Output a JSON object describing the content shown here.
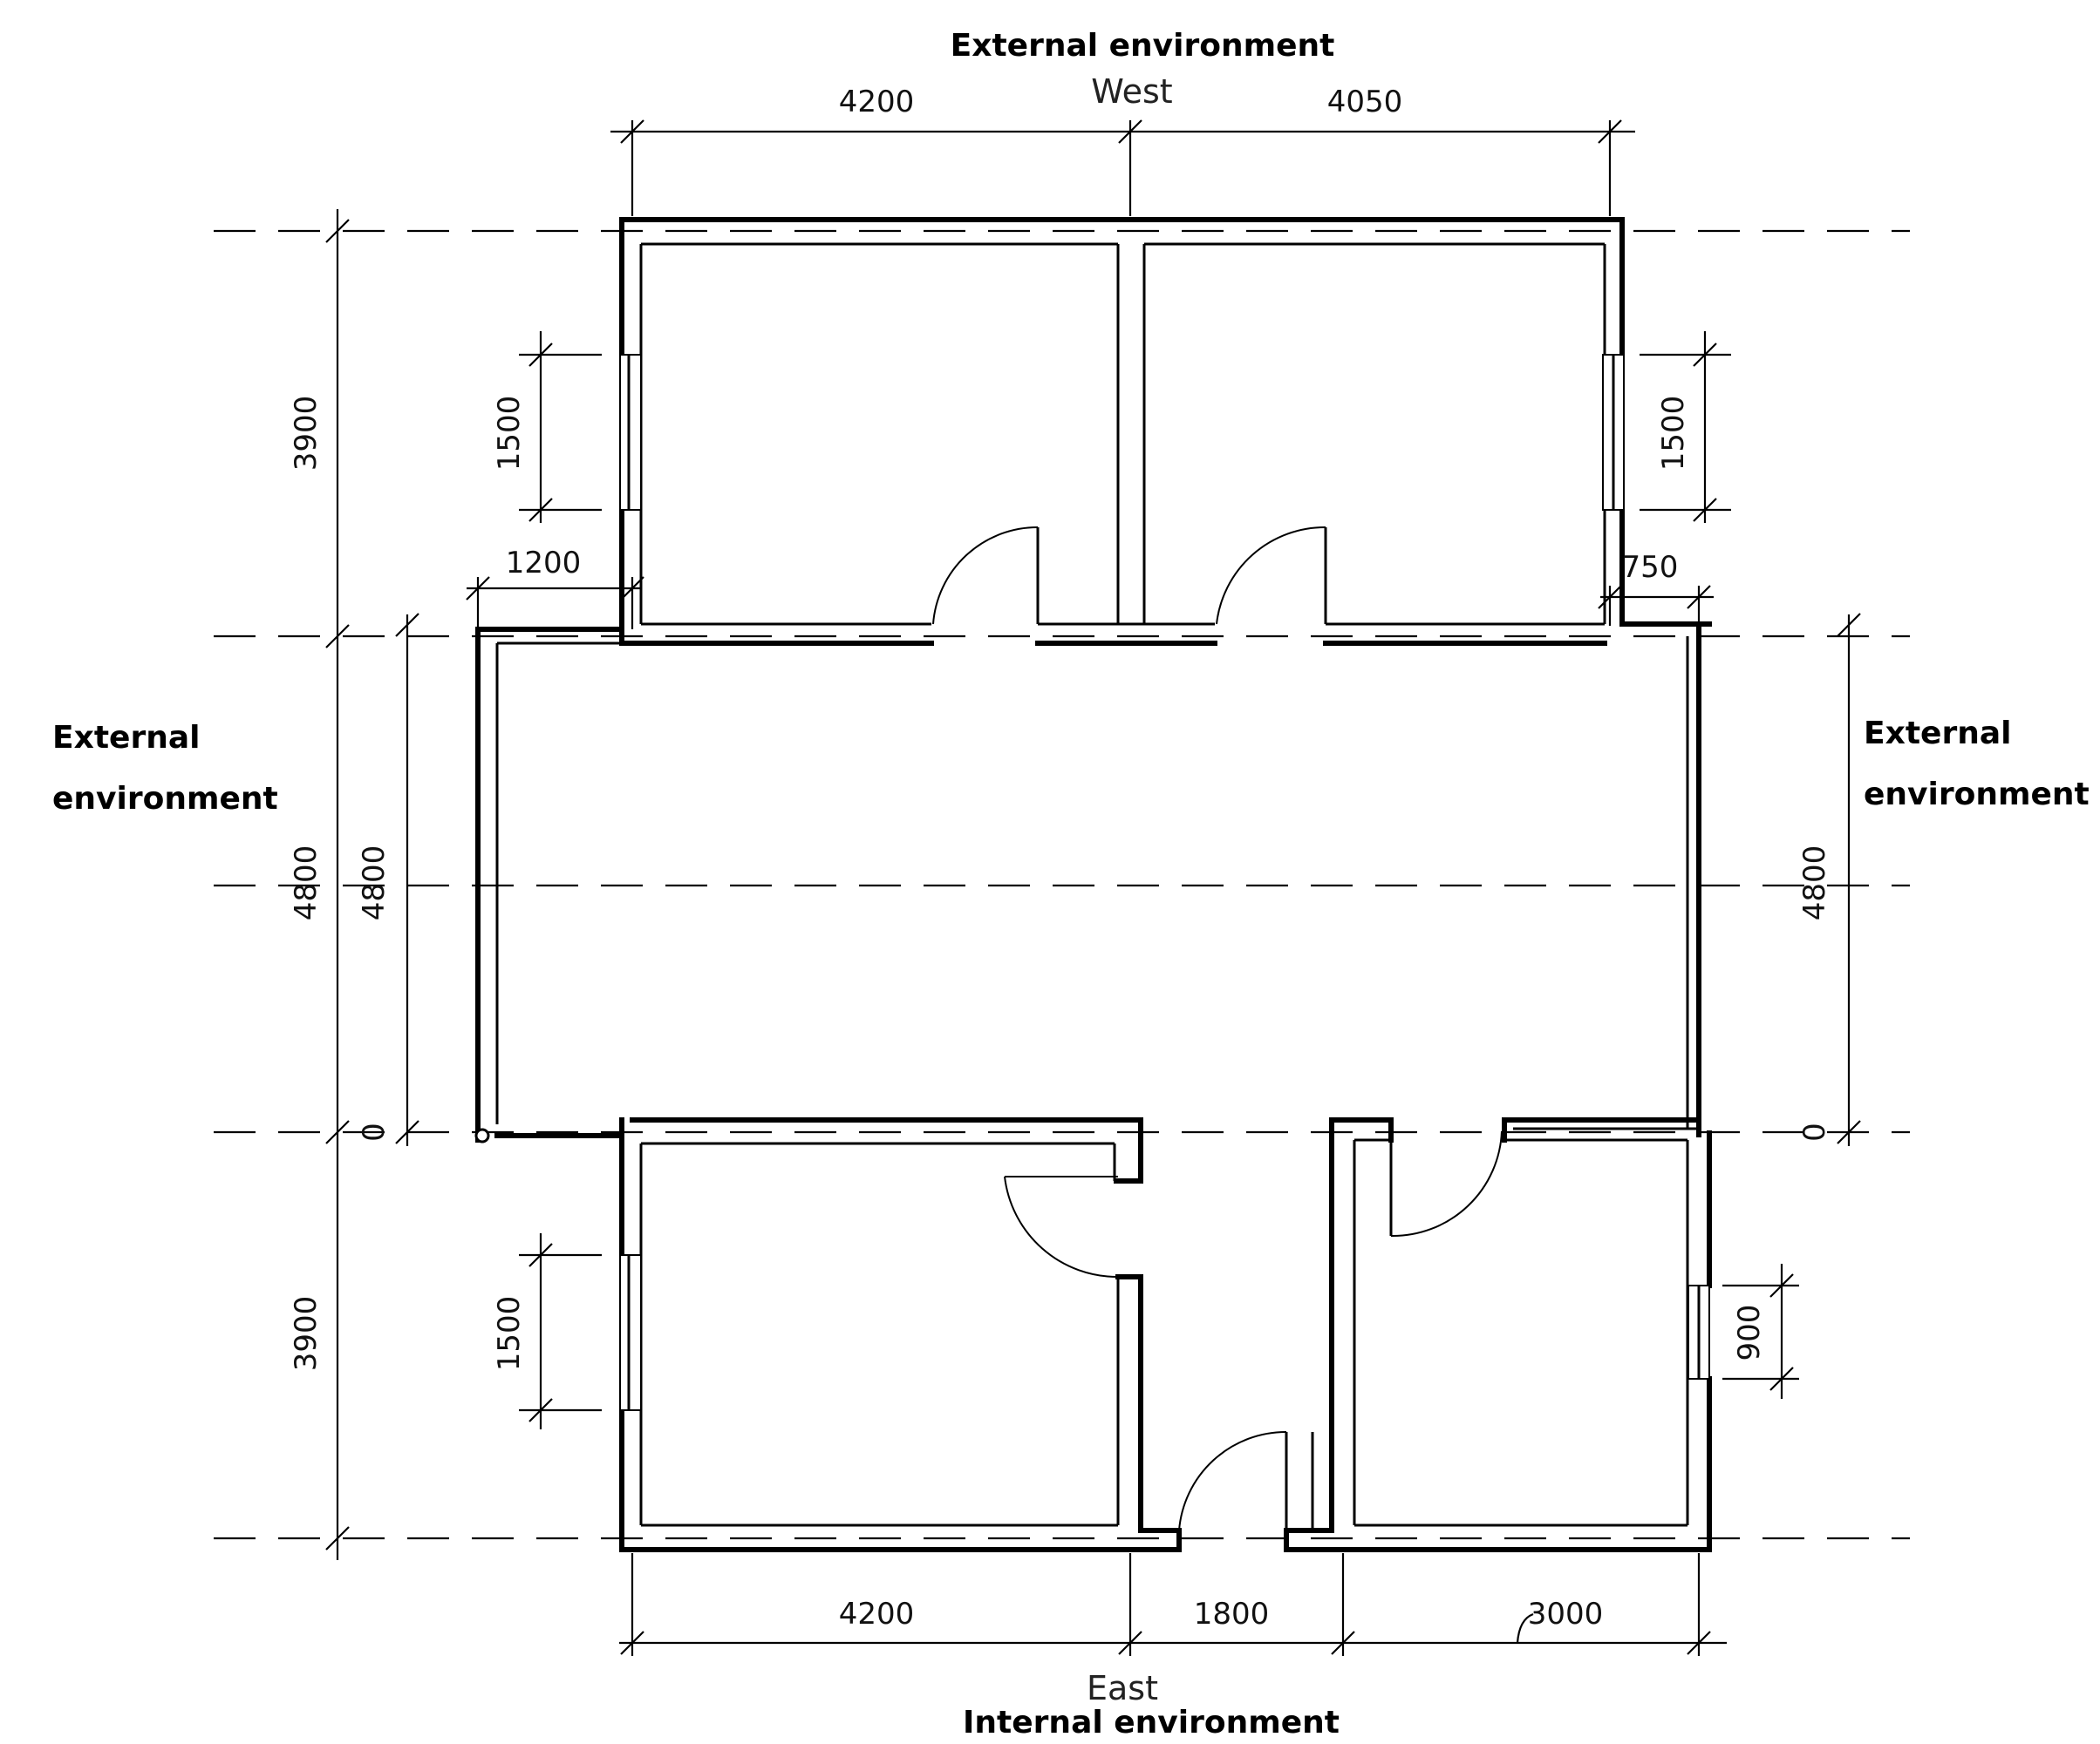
{
  "labels": {
    "top_env": "External environment",
    "top_dir": "West",
    "left_env_line1": "External",
    "left_env_line2": "environment",
    "right_env_line1": "External",
    "right_env_line2": "environment",
    "bottom_dir": "East",
    "bottom_env": "Internal environment"
  },
  "dimensions": {
    "top_left": "4200",
    "top_right": "4050",
    "left_outer_top": "3900",
    "left_outer_mid": "4800",
    "left_outer_bottom": "3900",
    "left_inner_mid": "4800",
    "left_inner_zero": "0",
    "right_mid": "4800",
    "right_zero": "0",
    "win_top_left": "1500",
    "win_top_right": "1500",
    "win_bottom_left": "1500",
    "win_bottom_right": "900",
    "corridor_left_offset": "1200",
    "corridor_right_offset": "750",
    "bottom_left": "4200",
    "bottom_mid": "1800",
    "bottom_right": "3000"
  }
}
